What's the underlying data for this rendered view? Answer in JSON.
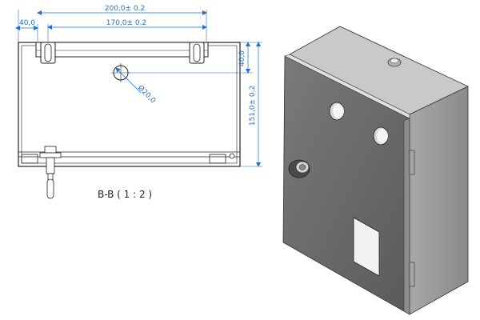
{
  "section_view": {
    "caption": "B-B ( 1 : 2 )",
    "dimensions": {
      "overall_width": "200,0± 0.2",
      "hole_spacing": "170,0± 0.2",
      "left_offset": "40,0",
      "top_offset": "40,0",
      "overall_height": "151,0± 0.2",
      "hole_diameter": "Ø20,0"
    }
  },
  "colors": {
    "dimension": "#1f6fd6",
    "outline": "#222222",
    "enclosure_front": "#6e6e6e",
    "enclosure_side": "#9a9a9a",
    "enclosure_top": "#c8c8c8",
    "window": "#f4f4f4"
  }
}
